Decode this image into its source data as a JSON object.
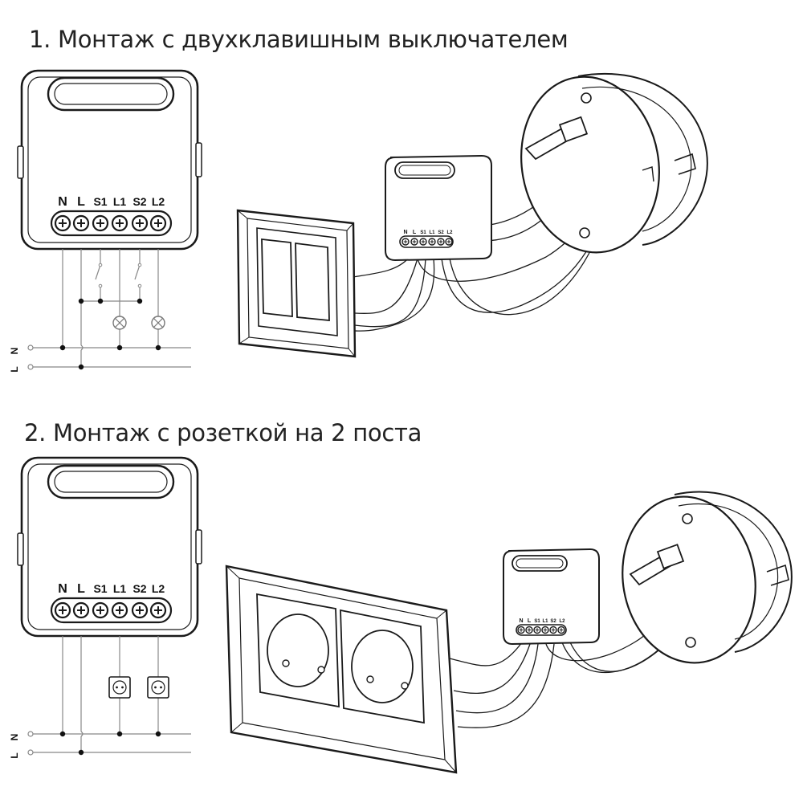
{
  "section1": {
    "title": "1. Монтаж с двухклавишным выключателем"
  },
  "section2": {
    "title": "2. Монтаж с розеткой на 2 поста"
  },
  "terminals": [
    "N",
    "L",
    "S1",
    "L1",
    "S2",
    "L2"
  ],
  "lines": {
    "n": "N",
    "l": "L"
  },
  "colors": {
    "stroke": "#1a1a1a",
    "thin": "#888888",
    "fill": "#ffffff"
  }
}
